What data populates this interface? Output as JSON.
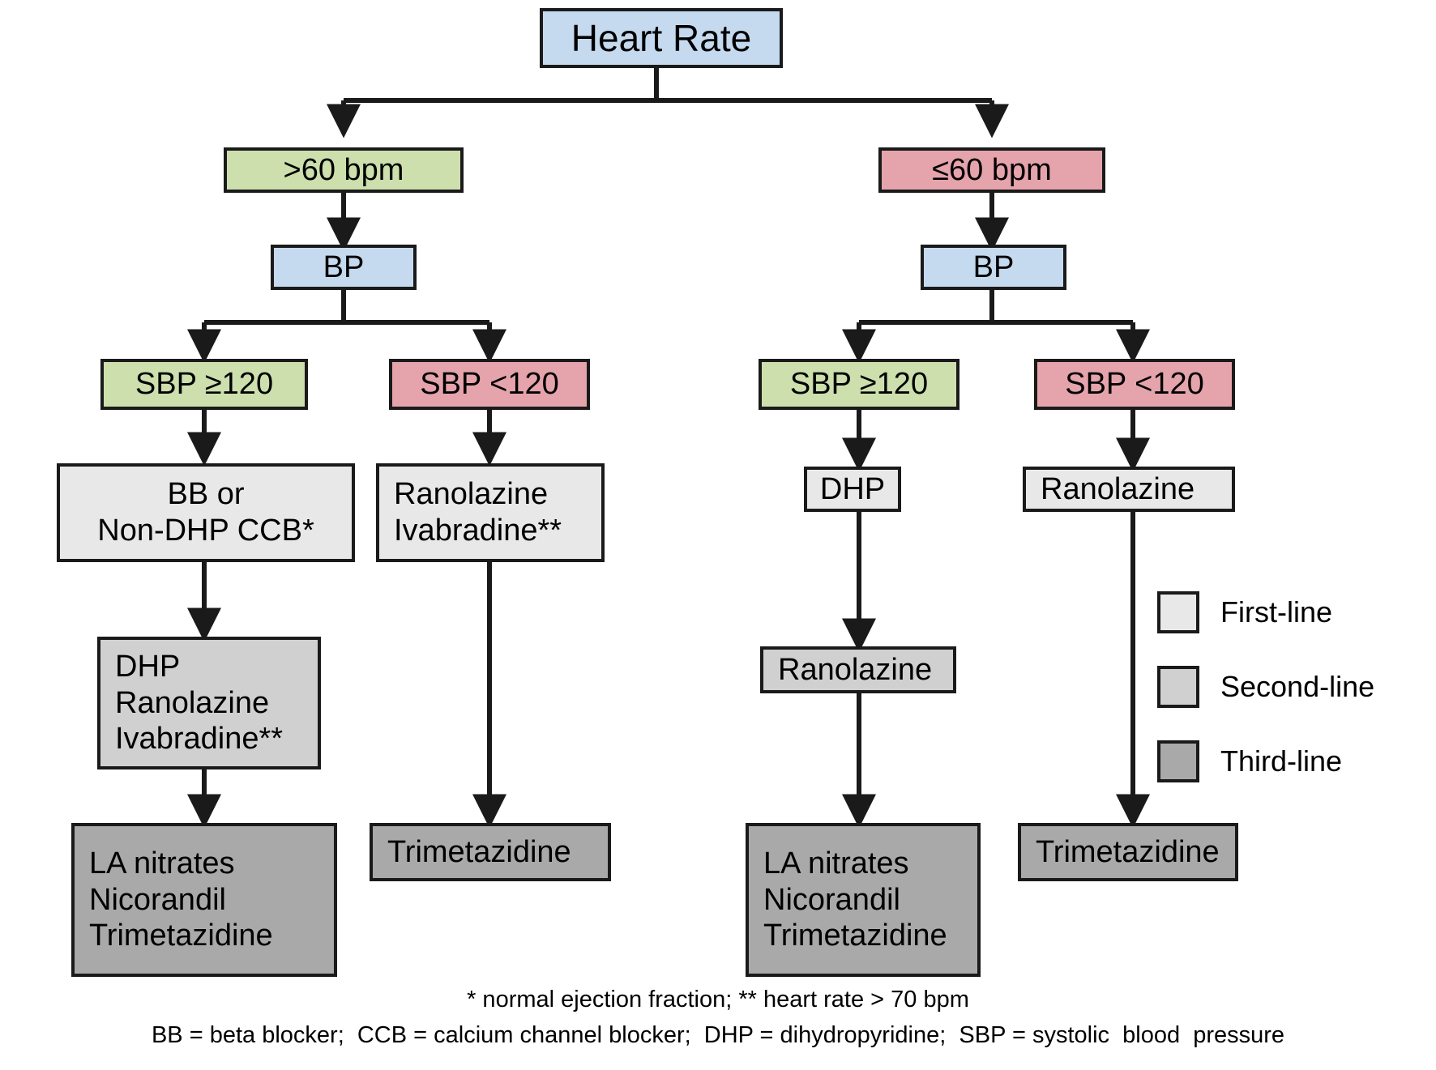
{
  "diagram": {
    "title_node": {
      "label": "Heart Rate"
    },
    "hr_branches": [
      {
        "label": ">60 bpm"
      },
      {
        "label": "≤60 bpm"
      }
    ],
    "bp_nodes": [
      {
        "label": "BP"
      },
      {
        "label": "BP"
      }
    ],
    "sbp_nodes": [
      {
        "label": "SBP ≥120"
      },
      {
        "label": "SBP <120"
      },
      {
        "label": "SBP ≥120"
      },
      {
        "label": "SBP <120"
      }
    ],
    "first_line": [
      {
        "lines": [
          "BB or",
          "Non-DHP CCB*"
        ]
      },
      {
        "lines": [
          "Ranolazine",
          "Ivabradine**"
        ]
      },
      {
        "lines": [
          "DHP"
        ]
      },
      {
        "lines": [
          "Ranolazine"
        ]
      }
    ],
    "second_line": [
      {
        "lines": [
          "DHP",
          "Ranolazine",
          "Ivabradine**"
        ]
      },
      {
        "lines": [
          "Ranolazine"
        ]
      }
    ],
    "third_line": [
      {
        "lines": [
          "LA nitrates",
          "Nicorandil",
          "Trimetazidine"
        ]
      },
      {
        "lines": [
          "Trimetazidine"
        ]
      },
      {
        "lines": [
          "LA nitrates",
          "Nicorandil",
          "Trimetazidine"
        ]
      },
      {
        "lines": [
          "Trimetazidine"
        ]
      }
    ]
  },
  "legend": {
    "items": [
      {
        "label": "First-line",
        "color": "#e8e8e8"
      },
      {
        "label": "Second-line",
        "color": "#d0d0d0"
      },
      {
        "label": "Third-line",
        "color": "#a9a9a9"
      }
    ]
  },
  "footnotes": {
    "line1": "* normal ejection fraction; ** heart rate > 70 bpm",
    "line2": "BB = beta blocker;  CCB = calcium channel blocker;  DHP = dihydropyridine;  SBP = systolic  blood  pressure"
  },
  "colors": {
    "blue": "#c5d9ef",
    "green": "#ccdfad",
    "red": "#e5a3ac",
    "first_line": "#e8e8e8",
    "second_line": "#d0d0d0",
    "third_line": "#a9a9a9",
    "stroke": "#1a1a1a"
  }
}
